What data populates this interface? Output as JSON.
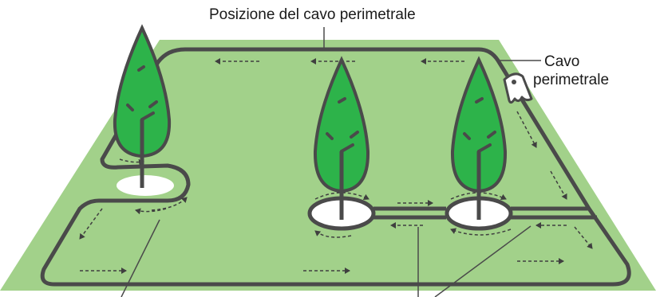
{
  "diagram": {
    "labels": {
      "top": "Posizione del cavo perimetrale",
      "right_line1": "Cavo",
      "right_line2": "perimetrale"
    },
    "colors": {
      "lawn": "#a2d18a",
      "tree": "#2db34a",
      "wire": "#4a4a4a",
      "clearing": "#ffffff"
    },
    "icons": [
      "robotic-mower-icon",
      "tree-icon"
    ]
  }
}
